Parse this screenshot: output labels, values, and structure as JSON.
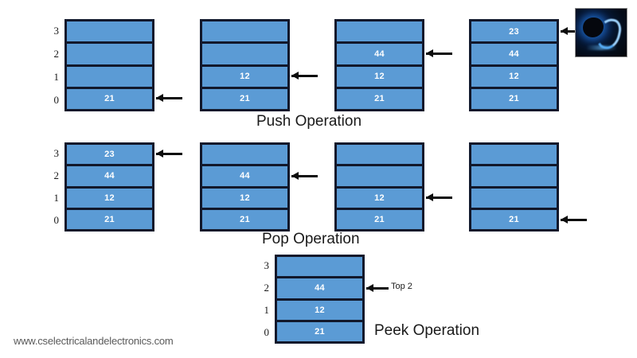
{
  "page": {
    "background": "#ffffff",
    "cell_color": "#5b9bd5",
    "border_color": "#12182b",
    "value_text_color": "#ffffff",
    "watermark": "www.cselectricalandelectronics.com"
  },
  "index_labels": [
    "3",
    "2",
    "1",
    "0"
  ],
  "sections": [
    {
      "id": "push",
      "caption": "Push Operation",
      "stacks": [
        {
          "id": "push-stack-1",
          "cells": [
            "",
            "",
            "",
            "21"
          ],
          "arrow_at_index_label": "0"
        },
        {
          "id": "push-stack-2",
          "cells": [
            "",
            "",
            "12",
            "21"
          ],
          "arrow_at_index_label": "1"
        },
        {
          "id": "push-stack-3",
          "cells": [
            "",
            "44",
            "12",
            "21"
          ],
          "arrow_at_index_label": "2"
        },
        {
          "id": "push-stack-4",
          "cells": [
            "23",
            "44",
            "12",
            "21"
          ],
          "arrow_at_index_label": "3"
        }
      ]
    },
    {
      "id": "pop",
      "caption": "Pop Operation",
      "stacks": [
        {
          "id": "pop-stack-1",
          "cells": [
            "23",
            "44",
            "12",
            "21"
          ],
          "arrow_at_index_label": "3"
        },
        {
          "id": "pop-stack-2",
          "cells": [
            "",
            "44",
            "12",
            "21"
          ],
          "arrow_at_index_label": "2"
        },
        {
          "id": "pop-stack-3",
          "cells": [
            "",
            "",
            "12",
            "21"
          ],
          "arrow_at_index_label": "1"
        },
        {
          "id": "pop-stack-4",
          "cells": [
            "",
            "",
            "",
            "21"
          ],
          "arrow_at_index_label": "0"
        }
      ]
    },
    {
      "id": "peek",
      "caption": "Peek Operation",
      "stacks": [
        {
          "id": "peek-stack-1",
          "cells": [
            "",
            "44",
            "12",
            "21"
          ],
          "arrow_at_index_label": "2",
          "arrow_label": "Top 2"
        }
      ]
    }
  ],
  "logo": {
    "name": "stack-logo-thumbnail",
    "alt": "dark blue glowing abstract S logo"
  }
}
